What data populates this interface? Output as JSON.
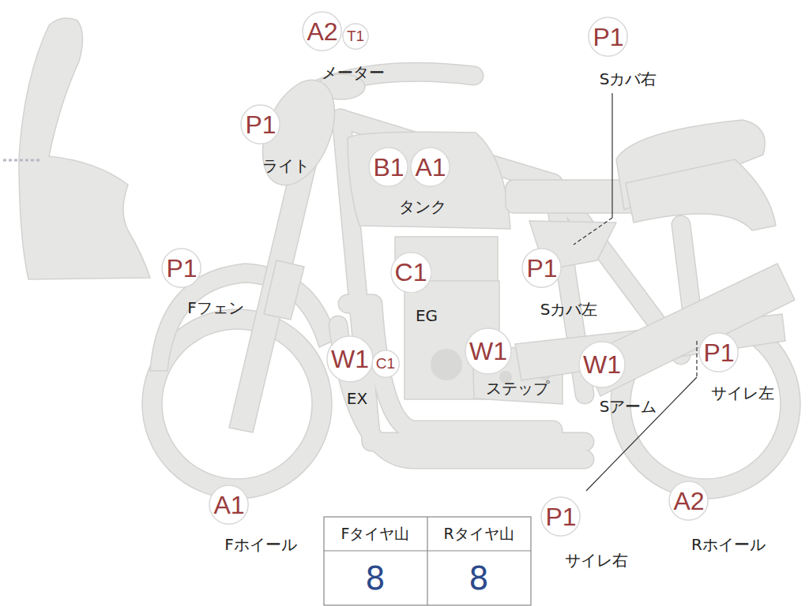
{
  "diagram": {
    "nodes": [
      {
        "text": [
          "A2"
        ]
      },
      {
        "text": [
          "T1"
        ]
      },
      {
        "text": [
          "P1"
        ]
      },
      {
        "text": [
          "P1"
        ]
      },
      {
        "text": [
          "B1"
        ]
      },
      {
        "text": [
          "A1"
        ]
      },
      {
        "text": [
          "P1"
        ]
      },
      {
        "text": [
          "C1"
        ]
      },
      {
        "text": [
          "P1"
        ]
      },
      {
        "text": [
          "W1"
        ]
      },
      {
        "text": [
          "C1"
        ]
      },
      {
        "text": [
          "W1"
        ]
      },
      {
        "text": [
          "W1"
        ]
      },
      {
        "text": [
          "P1"
        ]
      },
      {
        "text": [
          "A1"
        ]
      },
      {
        "text": [
          "A2"
        ]
      },
      {
        "text": [
          "P1"
        ]
      }
    ],
    "labels": [
      "メーター",
      "Sカバ右",
      "ライト",
      "タンク",
      "Fフェン",
      "EG",
      "Sカバ左",
      "EX",
      "ステップ",
      "Sアーム",
      "サイレ左",
      "Fホイール",
      "Rホイール",
      "サイレ右",
      "Fタイヤ山",
      "Rタイヤ山",
      "8",
      "8"
    ]
  }
}
